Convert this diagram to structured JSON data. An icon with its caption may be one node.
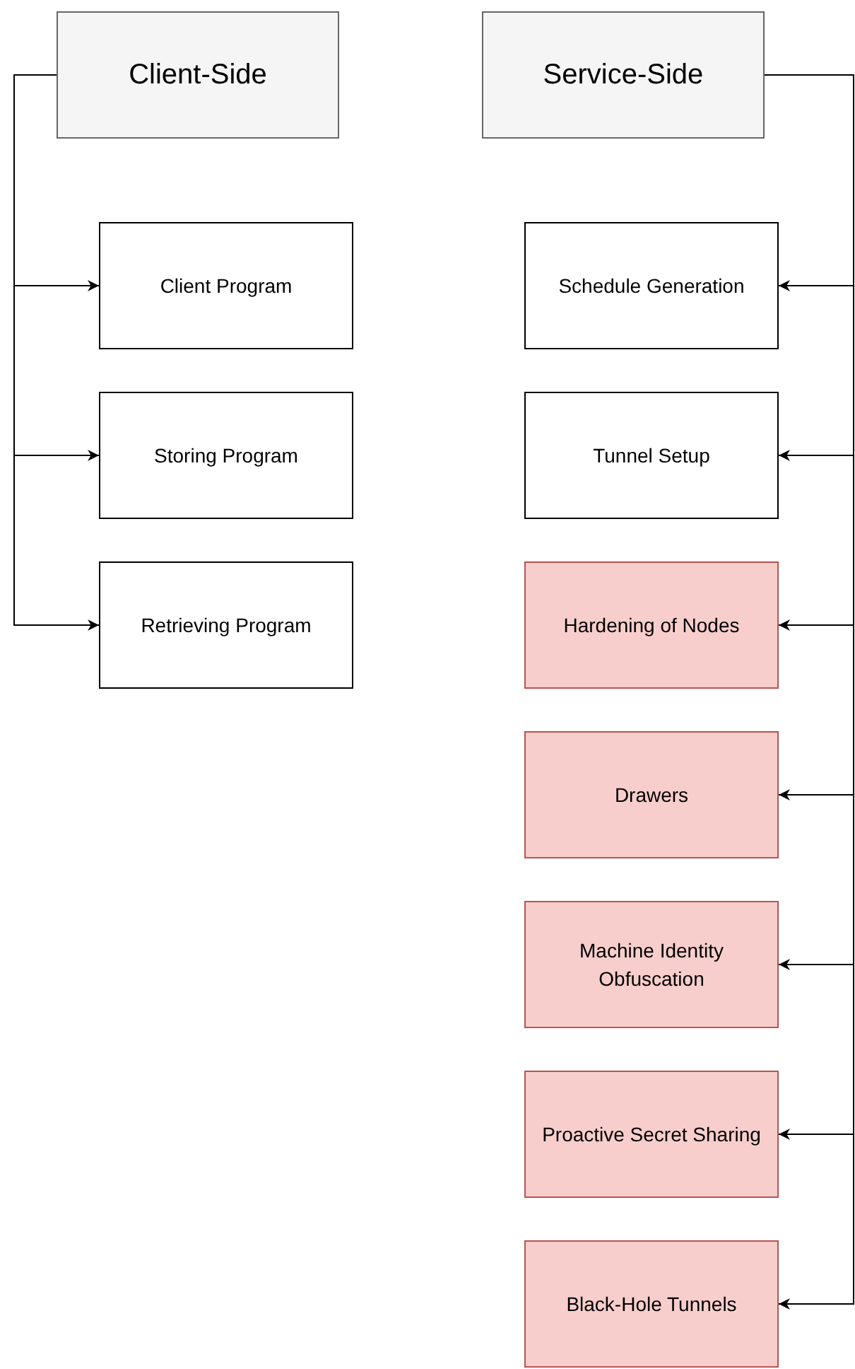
{
  "diagram": {
    "nodes": [
      {
        "text": [
          "Client-Side"
        ]
      },
      {
        "text": [
          "Client Program"
        ]
      },
      {
        "text": [
          "Storing Program"
        ]
      },
      {
        "text": [
          "Retrieving Program"
        ]
      },
      {
        "text": [
          "Service-Side"
        ]
      },
      {
        "text": [
          "Schedule Generation"
        ]
      },
      {
        "text": [
          "Tunnel Setup"
        ]
      },
      {
        "text": [
          "Hardening of Nodes"
        ]
      },
      {
        "text": [
          "Drawers"
        ]
      },
      {
        "text": [
          "Machine Identity Obfuscation"
        ]
      },
      {
        "text": [
          "Proactive Secret Sharing"
        ]
      },
      {
        "text": [
          "Black-Hole Tunnels"
        ]
      }
    ],
    "edges": [
      {
        "from": 0,
        "to": 1,
        "arrow": "to"
      },
      {
        "from": 0,
        "to": 2,
        "arrow": "to"
      },
      {
        "from": 0,
        "to": 3,
        "arrow": "to"
      },
      {
        "from": 4,
        "to": 5,
        "arrow": "to"
      },
      {
        "from": 4,
        "to": 6,
        "arrow": "to"
      },
      {
        "from": 4,
        "to": 7,
        "arrow": "to"
      },
      {
        "from": 4,
        "to": 8,
        "arrow": "to"
      },
      {
        "from": 4,
        "to": 9,
        "arrow": "to"
      },
      {
        "from": 4,
        "to": 10,
        "arrow": "to"
      },
      {
        "from": 4,
        "to": 11,
        "arrow": "to"
      }
    ]
  }
}
